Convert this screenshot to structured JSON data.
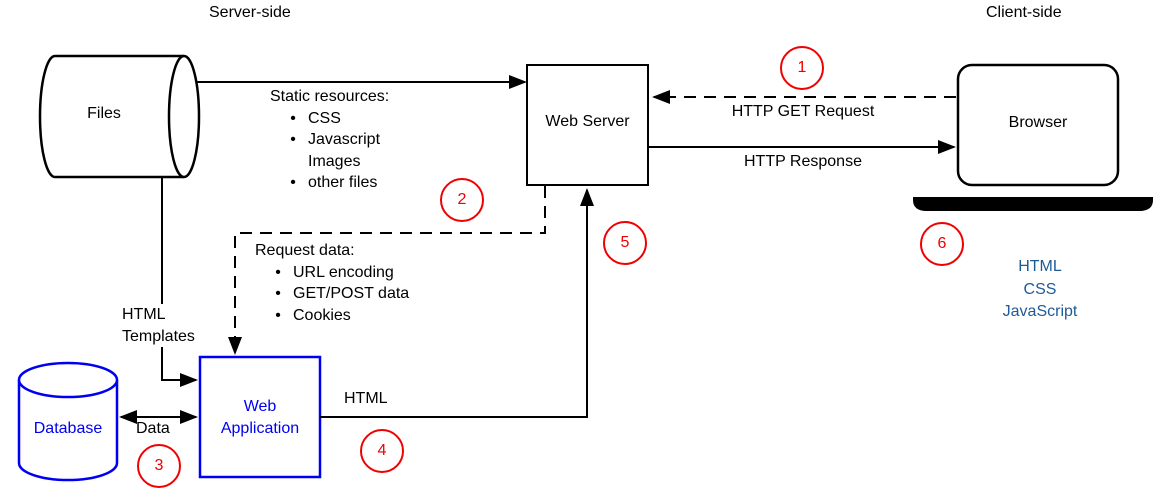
{
  "headers": {
    "server_side": "Server-side",
    "client_side": "Client-side"
  },
  "nodes": {
    "files": {
      "label": "Files"
    },
    "web_server": {
      "label": "Web Server"
    },
    "browser": {
      "label": "Browser"
    },
    "database": {
      "label": "Database"
    },
    "web_application": {
      "label": "Web Application"
    }
  },
  "annotations": {
    "static_resources": {
      "title": "Static resources:",
      "items": [
        "CSS",
        "Javascript",
        "Images",
        "other files"
      ]
    },
    "request_data": {
      "title": "Request data:",
      "items": [
        "URL encoding",
        "GET/POST data",
        "Cookies"
      ]
    },
    "client_stack": [
      "HTML",
      "CSS",
      "JavaScript"
    ]
  },
  "edge_labels": {
    "http_get_request": "HTTP GET Request",
    "http_response": "HTTP Response",
    "html_templates": "HTML Templates",
    "data": "Data",
    "html": "HTML"
  },
  "step_badges": [
    "1",
    "2",
    "3",
    "4",
    "5",
    "6"
  ],
  "bullet_char": "•",
  "colors": {
    "node_blue": "#0000f0",
    "stack_blue": "#1f5a96",
    "badge_red": "#f00000",
    "line_black": "#000000"
  }
}
